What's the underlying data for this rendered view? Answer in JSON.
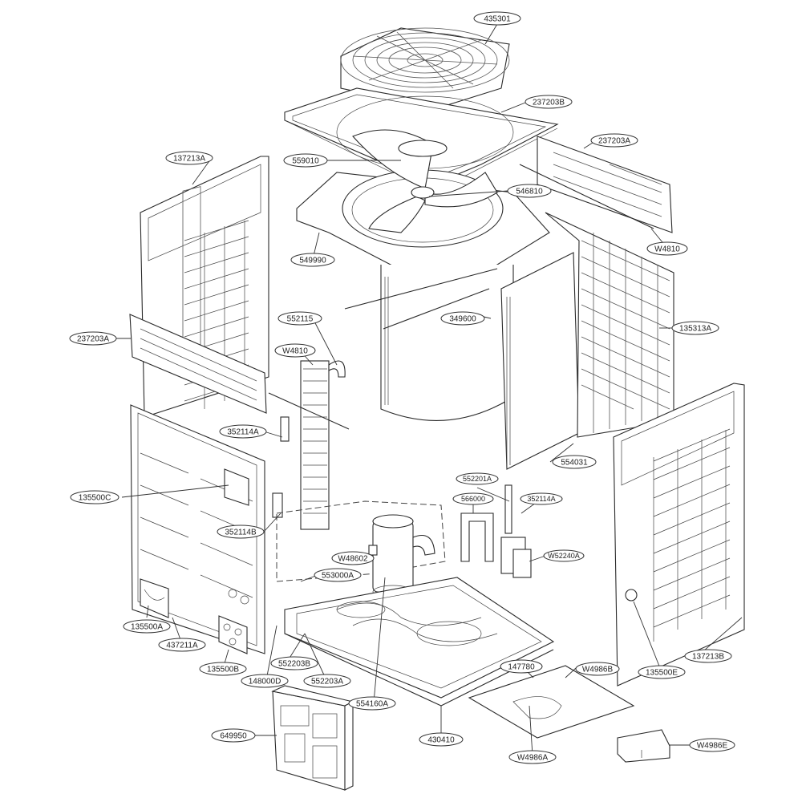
{
  "diagram": {
    "callouts": [
      {
        "id": "c-435301",
        "text": "435301"
      },
      {
        "id": "c-237203b",
        "text": "237203B"
      },
      {
        "id": "c-237203a-top",
        "text": "237203A"
      },
      {
        "id": "c-137213a",
        "text": "137213A"
      },
      {
        "id": "c-559010",
        "text": "559010"
      },
      {
        "id": "c-546810",
        "text": "546810"
      },
      {
        "id": "c-w4810-top",
        "text": "W4810"
      },
      {
        "id": "c-549990",
        "text": "549990"
      },
      {
        "id": "c-552115",
        "text": "552115"
      },
      {
        "id": "c-349600",
        "text": "349600"
      },
      {
        "id": "c-135313a",
        "text": "135313A"
      },
      {
        "id": "c-237203a-left",
        "text": "237203A"
      },
      {
        "id": "c-w4810-mid",
        "text": "W4810"
      },
      {
        "id": "c-352114a-left",
        "text": "352114A"
      },
      {
        "id": "c-554031",
        "text": "554031"
      },
      {
        "id": "c-552201a",
        "text": "552201A"
      },
      {
        "id": "c-135500c",
        "text": "135500C"
      },
      {
        "id": "c-566000",
        "text": "566000"
      },
      {
        "id": "c-352114a-right",
        "text": "352114A"
      },
      {
        "id": "c-352114b",
        "text": "352114B"
      },
      {
        "id": "c-w48602",
        "text": "W48602"
      },
      {
        "id": "c-w52240a",
        "text": "W52240A"
      },
      {
        "id": "c-553000a",
        "text": "553000A"
      },
      {
        "id": "c-135500a",
        "text": "135500A"
      },
      {
        "id": "c-437211a",
        "text": "437211A"
      },
      {
        "id": "c-135500b",
        "text": "135500B"
      },
      {
        "id": "c-552203b",
        "text": "552203B"
      },
      {
        "id": "c-148000d",
        "text": "148000D"
      },
      {
        "id": "c-552203a",
        "text": "552203A"
      },
      {
        "id": "c-554160a",
        "text": "554160A"
      },
      {
        "id": "c-147780",
        "text": "147780"
      },
      {
        "id": "c-w4986b",
        "text": "W4986B"
      },
      {
        "id": "c-135500e",
        "text": "135500E"
      },
      {
        "id": "c-137213b",
        "text": "137213B"
      },
      {
        "id": "c-649950",
        "text": "649950"
      },
      {
        "id": "c-430410",
        "text": "430410"
      },
      {
        "id": "c-w4986a",
        "text": "W4986A"
      },
      {
        "id": "c-w4986e",
        "text": "W4986E"
      }
    ]
  }
}
